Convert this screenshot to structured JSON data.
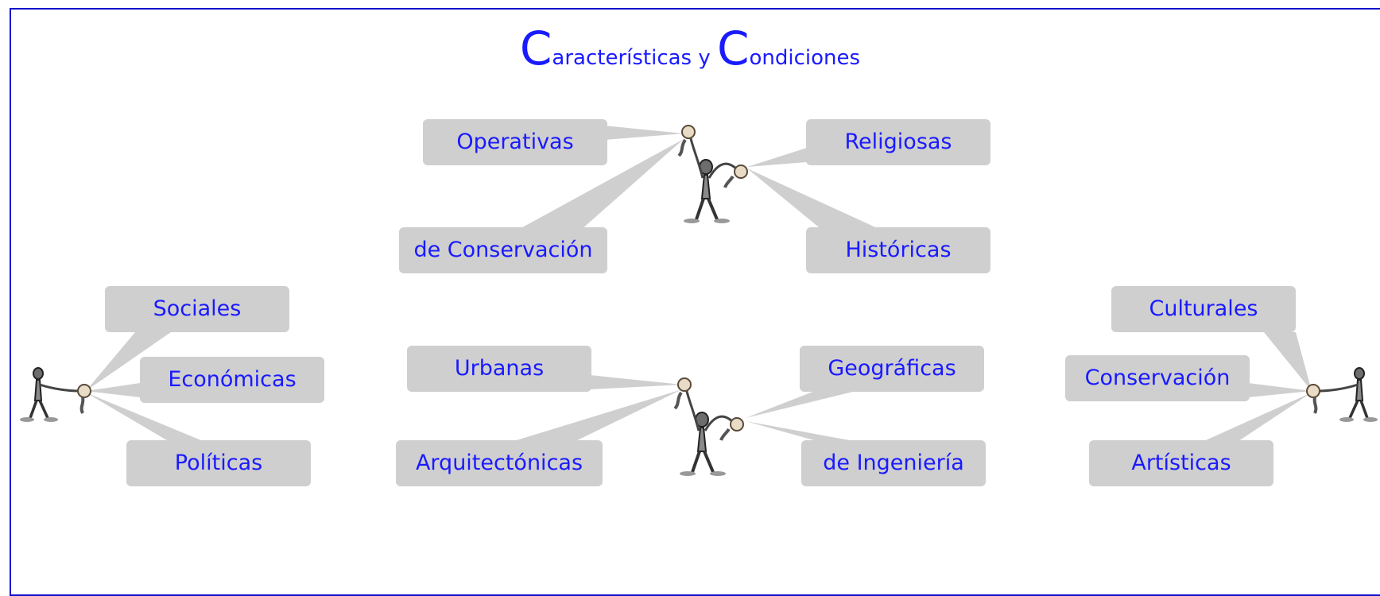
{
  "title": {
    "initial1": "C",
    "rest1": "aracterísticas y ",
    "initial2": "C",
    "rest2": "ondiciones"
  },
  "top_group": {
    "left": [
      "Operativas",
      "de Conservación"
    ],
    "right": [
      "Religiosas",
      "Históricas"
    ]
  },
  "middle_group": {
    "left": [
      "Urbanas",
      "Arquitectónicas"
    ],
    "right": [
      "Geográficas",
      "de Ingeniería"
    ]
  },
  "left_group": [
    "Sociales",
    "Económicas",
    "Políticas"
  ],
  "right_group": [
    "Culturales",
    "Conservación",
    "Artísticas"
  ],
  "colors": {
    "text": "#1a1aff",
    "box": "#cfcfcf",
    "frame": "#1010cc"
  },
  "icons": [
    "stick-figure-holding-ropes-icon"
  ]
}
